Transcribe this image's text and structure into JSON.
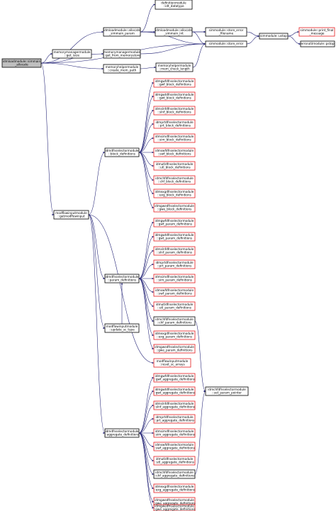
{
  "graph": {
    "nodes": [
      {
        "id": "n0",
        "lines": [
          "idmloadmodule::simmain",
          "_allocate"
        ],
        "border": "root"
      },
      {
        "id": "n1",
        "lines": [
          "definitionmodule",
          "::idt_datatype"
        ],
        "border": "black"
      },
      {
        "id": "n2",
        "lines": [
          "idmloadmodule::allocate",
          "_simmain_param"
        ],
        "border": "black"
      },
      {
        "id": "n3",
        "lines": [
          "idmloadmodule::allocate",
          "_simmain_int"
        ],
        "border": "black"
      },
      {
        "id": "n4",
        "lines": [
          "simmodule::store_error",
          "_filename"
        ],
        "border": "black"
      },
      {
        "id": "n5",
        "lines": [
          "simmodule::store_error"
        ],
        "border": "black"
      },
      {
        "id": "n6",
        "lines": [
          "simmodule::ustop"
        ],
        "border": "black"
      },
      {
        "id": "n7",
        "lines": [
          "simmodule::print_final",
          "_message"
        ],
        "border": "red"
      },
      {
        "id": "n8",
        "lines": [
          "errorutilmodule::pstop"
        ],
        "border": "black"
      },
      {
        "id": "n9",
        "lines": [
          "memorymanagermodule",
          "::get_isize"
        ],
        "border": "black"
      },
      {
        "id": "n10",
        "lines": [
          "memorymanagermodule",
          "::get_from_memorystore"
        ],
        "border": "black"
      },
      {
        "id": "n11",
        "lines": [
          "memoryhelpermodule",
          "::create_mem_path"
        ],
        "border": "black"
      },
      {
        "id": "n12",
        "lines": [
          "memoryhelpermodule",
          "::mem_check_length"
        ],
        "border": "black"
      },
      {
        "id": "n13",
        "lines": [
          "modflowinputmodule",
          "::getmodflowinput"
        ],
        "border": "black"
      },
      {
        "id": "n14",
        "lines": [
          "idmdfnselectormodule",
          "::block_definitions"
        ],
        "border": "black"
      },
      {
        "id": "n15",
        "lines": [
          "idmgwfdfnselectormodule",
          "::gwf_block_definitions"
        ],
        "border": "red"
      },
      {
        "id": "n16",
        "lines": [
          "idmgwtdfnselectormodule",
          "::gwt_block_definitions"
        ],
        "border": "red"
      },
      {
        "id": "n17",
        "lines": [
          "idmslnfdfnselectormodule",
          "::slnf_block_definitions"
        ],
        "border": "red"
      },
      {
        "id": "n18",
        "lines": [
          "idmprtdfnselectormodule",
          "::prt_block_definitions"
        ],
        "border": "red"
      },
      {
        "id": "n19",
        "lines": [
          "idmsimdfnselectormodule",
          "::sim_block_definitions"
        ],
        "border": "red"
      },
      {
        "id": "n20",
        "lines": [
          "idmswfdfnselectormodule",
          "::swf_block_definitions"
        ],
        "border": "red"
      },
      {
        "id": "n21",
        "lines": [
          "idmutldfnselectormodule",
          "::utl_block_definitions"
        ],
        "border": "red"
      },
      {
        "id": "n22",
        "lines": [
          "idmchfdfnselectormodule",
          "::chf_block_definitions"
        ],
        "border": "red"
      },
      {
        "id": "n23",
        "lines": [
          "idmexgdfnselectormodule",
          "::exg_block_definitions"
        ],
        "border": "red"
      },
      {
        "id": "n24",
        "lines": [
          "idmgwedfnselectormodule",
          "::gwe_block_definitions"
        ],
        "border": "red"
      },
      {
        "id": "n25",
        "lines": [
          "idmgwfdfnselectormodule",
          "::gwf_param_definitions"
        ],
        "border": "red"
      },
      {
        "id": "n26",
        "lines": [
          "idmgwtdfnselectormodule",
          "::gwt_param_definitions"
        ],
        "border": "red"
      },
      {
        "id": "n27",
        "lines": [
          "idmdfnselectormodule",
          "::param_definitions"
        ],
        "border": "black"
      },
      {
        "id": "n28",
        "lines": [
          "idmslnfdfnselectormodule",
          "::slnf_param_definitions"
        ],
        "border": "red"
      },
      {
        "id": "n29",
        "lines": [
          "idmprtdfnselectormodule",
          "::prt_param_definitions"
        ],
        "border": "red"
      },
      {
        "id": "n30",
        "lines": [
          "idmsimdfnselectormodule",
          "::sim_param_definitions"
        ],
        "border": "red"
      },
      {
        "id": "n31",
        "lines": [
          "idmswfdfnselectormodule",
          "::swf_param_definitions"
        ],
        "border": "red"
      },
      {
        "id": "n32",
        "lines": [
          "idmutldfnselectormodule",
          "::utl_param_definitions"
        ],
        "border": "red"
      },
      {
        "id": "n33",
        "lines": [
          "idmchfdfnselectormodule",
          "::chf_param_definitions"
        ],
        "border": "black"
      },
      {
        "id": "n34",
        "lines": [
          "idmexgdfnselectormodule",
          "::exg_param_definitions"
        ],
        "border": "red"
      },
      {
        "id": "n35",
        "lines": [
          "idmgwedfnselectormodule",
          "::gwe_param_definitions"
        ],
        "border": "red"
      },
      {
        "id": "n36",
        "lines": [
          "modflowinputmodule",
          "::update_sc_type"
        ],
        "border": "black"
      },
      {
        "id": "n37",
        "lines": [
          "modflowinputmodule",
          "::reset_sc_arrays"
        ],
        "border": "red"
      },
      {
        "id": "n38",
        "lines": [
          "idmchfdfnselectormodule",
          "::set_param_pointer"
        ],
        "border": "black"
      },
      {
        "id": "n39",
        "lines": [
          "idmgwfdfnselectormodule",
          "::gwf_aggregate_definitions"
        ],
        "border": "red"
      },
      {
        "id": "n40",
        "lines": [
          "idmgwtdfnselectormodule",
          "::gwt_aggregate_definitions"
        ],
        "border": "red"
      },
      {
        "id": "n41",
        "lines": [
          "idmslnfdfnselectormodule",
          "::slnf_aggregate_definitions"
        ],
        "border": "red"
      },
      {
        "id": "n42",
        "lines": [
          "idmprtdfnselectormodule",
          "::prt_aggregate_definitions"
        ],
        "border": "red"
      },
      {
        "id": "n43",
        "lines": [
          "idmsimdfnselectormodule",
          "::sim_aggregate_definitions"
        ],
        "border": "red"
      },
      {
        "id": "n44",
        "lines": [
          "idmdfnselectormodule",
          "::aggregate_definitions"
        ],
        "border": "black"
      },
      {
        "id": "n45",
        "lines": [
          "idmswfdfnselectormodule",
          "::swf_aggregate_definitions"
        ],
        "border": "red"
      },
      {
        "id": "n46",
        "lines": [
          "idmutldfnselectormodule",
          "::utl_aggregate_definitions"
        ],
        "border": "red"
      },
      {
        "id": "n47",
        "lines": [
          "idmchfdfnselectormodule",
          "::chf_aggregate_definitions"
        ],
        "border": "black"
      },
      {
        "id": "n48",
        "lines": [
          "idmexgdfnselectormodule",
          "::exg_aggregate_definitions"
        ],
        "border": "red"
      },
      {
        "id": "n49",
        "lines": [
          "idmgwedfnselectormodule",
          "::gwe_aggregate_definitions"
        ],
        "border": "red"
      },
      {
        "id": "n50",
        "lines": [
          "idmgwedfnselectormodule",
          "::gwe_aggregate_definitions"
        ],
        "border": "red"
      }
    ],
    "edges": [
      [
        "n0",
        "n2"
      ],
      [
        "n0",
        "n9"
      ],
      [
        "n0",
        "n10"
      ],
      [
        "n0",
        "n11"
      ],
      [
        "n0",
        "n5"
      ],
      [
        "n0",
        "n13"
      ],
      [
        "n2",
        "n1"
      ],
      [
        "n2",
        "n3"
      ],
      [
        "n2",
        "n4"
      ],
      [
        "n2",
        "n5"
      ],
      [
        "n3",
        "n4"
      ],
      [
        "n3",
        "n5"
      ],
      [
        "n4",
        "n6"
      ],
      [
        "n5",
        "n6"
      ],
      [
        "n6",
        "n7"
      ],
      [
        "n6",
        "n8"
      ],
      [
        "n10",
        "n5"
      ],
      [
        "n11",
        "n12"
      ],
      [
        "n12",
        "n5"
      ],
      [
        "n13",
        "n14"
      ],
      [
        "n13",
        "n27"
      ],
      [
        "n13",
        "n36"
      ],
      [
        "n13",
        "n37"
      ],
      [
        "n13",
        "n44"
      ],
      [
        "n14",
        "n15"
      ],
      [
        "n14",
        "n16"
      ],
      [
        "n14",
        "n17"
      ],
      [
        "n14",
        "n18"
      ],
      [
        "n14",
        "n19"
      ],
      [
        "n14",
        "n20"
      ],
      [
        "n14",
        "n21"
      ],
      [
        "n14",
        "n22"
      ],
      [
        "n14",
        "n23"
      ],
      [
        "n14",
        "n24"
      ],
      [
        "n27",
        "n25"
      ],
      [
        "n27",
        "n26"
      ],
      [
        "n27",
        "n28"
      ],
      [
        "n27",
        "n29"
      ],
      [
        "n27",
        "n30"
      ],
      [
        "n27",
        "n31"
      ],
      [
        "n27",
        "n32"
      ],
      [
        "n27",
        "n33"
      ],
      [
        "n27",
        "n34"
      ],
      [
        "n27",
        "n35"
      ],
      [
        "n33",
        "n38"
      ],
      [
        "n36",
        "n27"
      ],
      [
        "n44",
        "n39"
      ],
      [
        "n44",
        "n40"
      ],
      [
        "n44",
        "n41"
      ],
      [
        "n44",
        "n42"
      ],
      [
        "n44",
        "n43"
      ],
      [
        "n44",
        "n45"
      ],
      [
        "n44",
        "n46"
      ],
      [
        "n44",
        "n47"
      ],
      [
        "n44",
        "n48"
      ],
      [
        "n44",
        "n49"
      ],
      [
        "n44",
        "n50"
      ],
      [
        "n47",
        "n38"
      ]
    ]
  }
}
